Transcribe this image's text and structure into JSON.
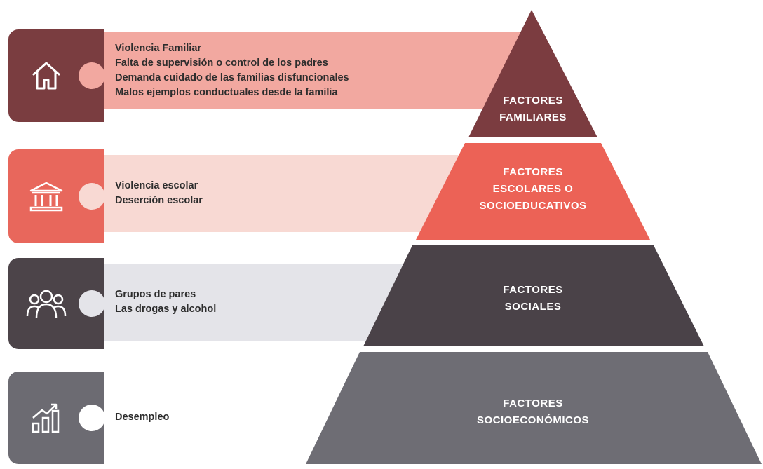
{
  "levels": [
    {
      "title_lines": [
        "FACTORES",
        "FAMILIARES"
      ],
      "icon": "house-icon",
      "items": [
        "Violencia Familiar",
        "Falta de supervisión o control de los padres",
        "Demanda cuidado de las familias disfuncionales",
        "Malos ejemplos conductuales desde la familia"
      ],
      "colors": {
        "tile": "#7a3d40",
        "bar": "#f2a8a0",
        "pyramid": "#7b3c40"
      }
    },
    {
      "title_lines": [
        "FACTORES",
        "ESCOLARES O",
        "SOCIOEDUCATIVOS"
      ],
      "icon": "school-building-icon",
      "items": [
        "Violencia escolar",
        "Deserción escolar"
      ],
      "colors": {
        "tile": "#e8675c",
        "bar": "#f8d9d3",
        "pyramid": "#ec6256"
      }
    },
    {
      "title_lines": [
        "FACTORES",
        "SOCIALES"
      ],
      "icon": "people-group-icon",
      "items": [
        "Grupos de pares",
        "Las drogas y alcohol"
      ],
      "colors": {
        "tile": "#4c4449",
        "bar": "#e4e4e9",
        "pyramid": "#4a4248"
      }
    },
    {
      "title_lines": [
        "FACTORES",
        "SOCIOECONÓMICOS"
      ],
      "icon": "growth-chart-icon",
      "items": [
        "Desempleo"
      ],
      "colors": {
        "tile": "#6c6b72",
        "bar": "#ffffff",
        "pyramid": "#6e6d74"
      }
    }
  ]
}
